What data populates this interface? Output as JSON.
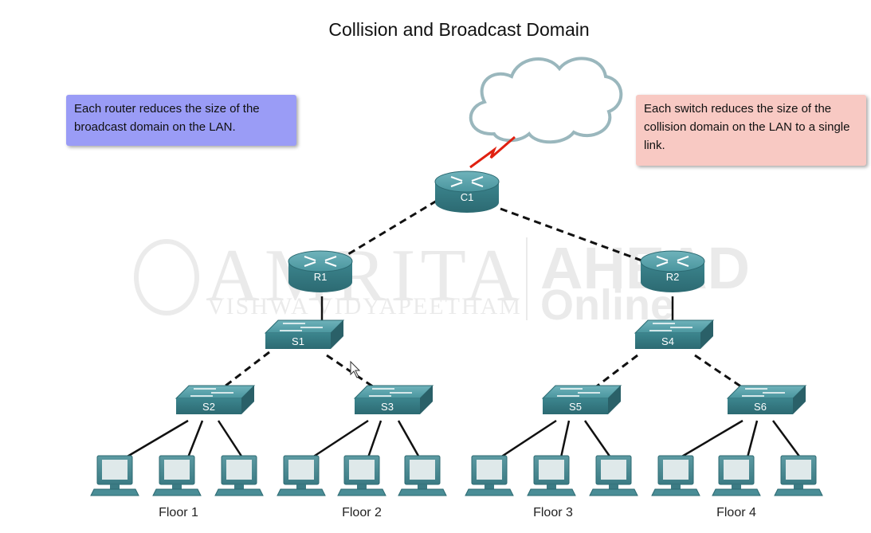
{
  "title": "Collision and Broadcast Domain",
  "notes": {
    "router": "Each router reduces the size of the broadcast domain on the LAN.",
    "switch": "Each switch reduces the size of the collision domain on the LAN to a single link."
  },
  "devices": {
    "C1": "C1",
    "R1": "R1",
    "R2": "R2",
    "S1": "S1",
    "S2": "S2",
    "S3": "S3",
    "S4": "S4",
    "S5": "S5",
    "S6": "S6"
  },
  "floors": [
    "Floor 1",
    "Floor 2",
    "Floor 3",
    "Floor 4"
  ],
  "watermark": {
    "name": "AMRITA",
    "subtitle": "VISHWA VIDYAPEETHAM",
    "brand1": "AHEAD",
    "brand2": "Online"
  },
  "colors": {
    "router_note": "#9a9cf6",
    "switch_note": "#f8c9c3",
    "device": "#3d8a93",
    "wan_link": "#e02010"
  }
}
